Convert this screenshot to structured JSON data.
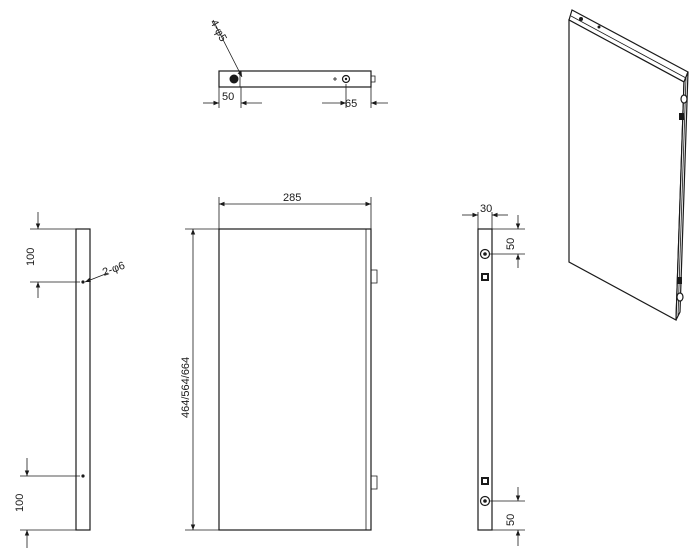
{
  "views": {
    "top": {
      "hole_label": "4-φ5",
      "dim_left": "50",
      "dim_right": "65"
    },
    "side_left": {
      "hole_label": "2-φ6",
      "dim_top": "100",
      "dim_bottom": "100"
    },
    "front": {
      "width_label": "285",
      "height_label": "464/564/664"
    },
    "side_right": {
      "dim_width": "30",
      "dim_top": "50",
      "dim_bottom": "50"
    }
  }
}
